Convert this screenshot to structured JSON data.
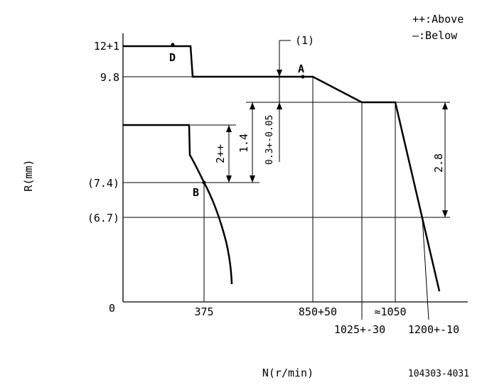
{
  "legend": {
    "above": "++:Above",
    "below": "—:Below"
  },
  "axes": {
    "y_label": "R(mm)",
    "x_label": "N(r/min)",
    "y_ticks": [
      "12+1",
      "9.8",
      "(7.4)",
      "(6.7)",
      "0"
    ],
    "x_ticks": [
      "375",
      "850+50",
      "≈1050",
      "1025+-30",
      "1200+-10"
    ]
  },
  "points": {
    "d": "D",
    "a": "A",
    "b": "B"
  },
  "annotations": {
    "note_1": "(1)",
    "dim_0_3": "0.3+-0.05",
    "dim_1_4": "1.4",
    "dim_2": "2++",
    "dim_2_8": "2.8"
  },
  "drawing_id": "104303-4031"
}
